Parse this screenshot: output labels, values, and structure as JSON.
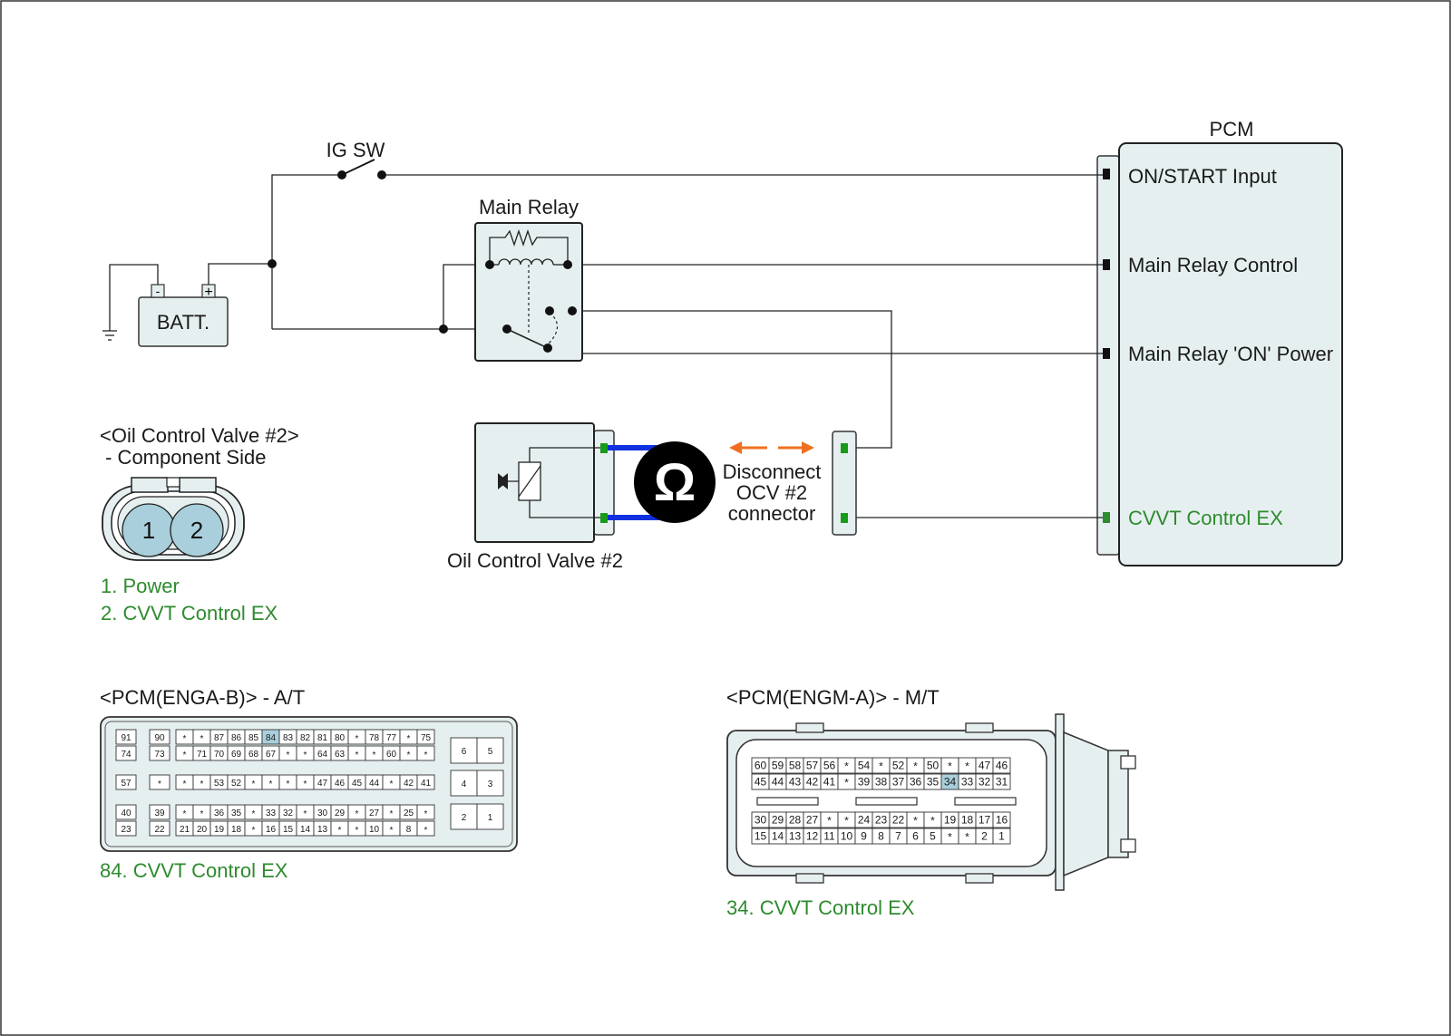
{
  "labels": {
    "ig_sw": "IG SW",
    "main_relay": "Main Relay",
    "batt": "BATT.",
    "batt_minus": "-",
    "batt_plus": "+",
    "pcm": "PCM",
    "on_start": "ON/START Input",
    "main_relay_control": "Main Relay Control",
    "main_relay_on_power": "Main Relay 'ON' Power",
    "cvvt_control_ex": "CVVT Control EX",
    "ocv_title": "<Oil Control Valve #2>",
    "ocv_subtitle": " - Component Side",
    "ocv_pin1": "1",
    "ocv_pin2": "2",
    "ocv_legend1": "1. Power",
    "ocv_legend2": "2. CVVT Control EX",
    "ocv_name": "Oil Control Valve #2",
    "ohm": "Ω",
    "disconnect1": "Disconnect",
    "disconnect2": "OCV #2",
    "disconnect3": "connector",
    "pcm_b_title": "<PCM(ENGA-B)> - A/T",
    "pcm_b_note": "84. CVVT Control EX",
    "pcm_m_title": "<PCM(ENGM-A)> - M/T",
    "pcm_m_note": "34. CVVT Control EX"
  },
  "colors": {
    "highlight_pin": "#a9cfdc",
    "green_text": "#2e8b2e",
    "orange_arrow": "#f07020",
    "blue_lead": "#1030e0",
    "pcm_fill": "#e6eff0"
  },
  "pcm_b": {
    "left_rows": [
      [
        "91",
        "90"
      ],
      [
        "74",
        "73"
      ],
      [
        "57",
        ""
      ],
      [
        "40",
        "39"
      ],
      [
        "23",
        "22"
      ]
    ],
    "main_rows": [
      [
        "*",
        "*",
        "87",
        "86",
        "85",
        "84",
        "83",
        "82",
        "81",
        "80",
        "*",
        "78",
        "77",
        "*",
        "75"
      ],
      [
        "*",
        "71",
        "70",
        "69",
        "68",
        "67",
        "*",
        "*",
        "64",
        "63",
        "*",
        "*",
        "60",
        "*",
        "*"
      ],
      [
        "*",
        "*",
        "53",
        "52",
        "*",
        "*",
        "*",
        "*",
        "47",
        "46",
        "45",
        "44",
        "*",
        "42",
        "41"
      ],
      [
        "*",
        "*",
        "36",
        "35",
        "*",
        "33",
        "32",
        "*",
        "30",
        "29",
        "*",
        "27",
        "*",
        "25",
        "*"
      ],
      [
        "21",
        "20",
        "19",
        "18",
        "*",
        "16",
        "15",
        "14",
        "13",
        "*",
        "*",
        "10",
        "*",
        "8",
        "*"
      ]
    ],
    "single_star": "*",
    "right_rows": [
      [
        "6",
        "5"
      ],
      [
        "4",
        "3"
      ],
      [
        "2",
        "1"
      ]
    ],
    "highlight": "84"
  },
  "pcm_m": {
    "top_rows": [
      [
        "60",
        "59",
        "58",
        "57",
        "56",
        "*",
        "54",
        "*",
        "52",
        "*",
        "50",
        "*",
        "*",
        "47",
        "46"
      ],
      [
        "45",
        "44",
        "43",
        "42",
        "41",
        "*",
        "39",
        "38",
        "37",
        "36",
        "35",
        "34",
        "33",
        "32",
        "31"
      ]
    ],
    "bottom_rows": [
      [
        "30",
        "29",
        "28",
        "27",
        "*",
        "*",
        "24",
        "23",
        "22",
        "*",
        "*",
        "19",
        "18",
        "17",
        "16"
      ],
      [
        "15",
        "14",
        "13",
        "12",
        "11",
        "10",
        "9",
        "8",
        "7",
        "6",
        "5",
        "*",
        "*",
        "2",
        "1"
      ]
    ],
    "highlight": "34"
  }
}
